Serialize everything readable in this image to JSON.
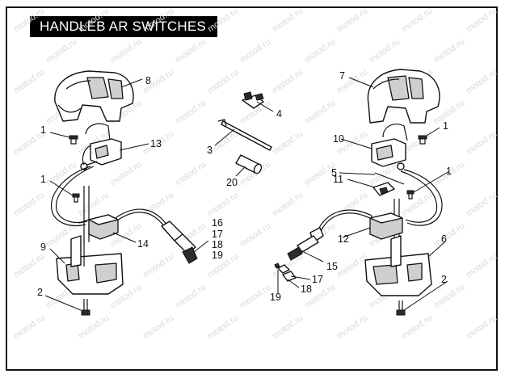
{
  "title": "HANDLEB AR SWITCHES",
  "watermark": "motod.ru",
  "colors": {
    "ink": "#111111",
    "title_bg": "#000000",
    "title_text": "#ffffff",
    "watermark": "#dadada"
  },
  "callouts": {
    "left_upper_housing": "8",
    "left_screw_top": "1",
    "left_switch_upper": "13",
    "left_screw_mid": "1",
    "left_switch_lower": "14",
    "left_lower_housing": "9",
    "left_screw_bottom": "2",
    "left_connector_16": "16",
    "left_connector_17": "17",
    "left_connector_18": "18",
    "left_connector_19": "19",
    "tool_4": "4",
    "tool_3": "3",
    "tool_20": "20",
    "right_upper_housing": "7",
    "right_screw_top": "1",
    "right_switch_upper": "10",
    "right_part_5": "5",
    "right_part_11": "11",
    "right_screw_mid": "1",
    "right_switch_lower": "12",
    "right_lower_housing": "6",
    "right_screw_bottom": "2",
    "right_connector_15": "15",
    "right_connector_17": "17",
    "right_connector_18": "18",
    "right_connector_19": "19"
  }
}
